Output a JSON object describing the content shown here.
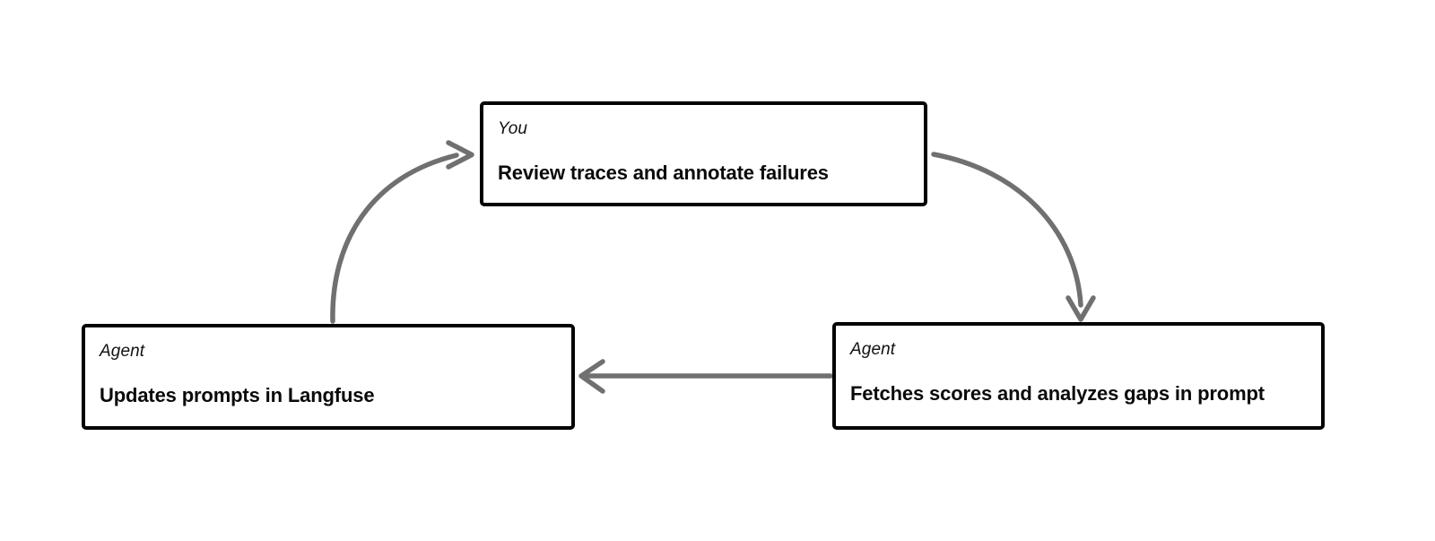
{
  "diagram": {
    "type": "cycle-flow",
    "background_color": "#ffffff",
    "node_border_color": "#020202",
    "arrow_color": "#707070",
    "nodes": [
      {
        "id": "review",
        "role": "You",
        "title": "Review traces and annotate failures"
      },
      {
        "id": "update",
        "role": "Agent",
        "title": "Updates prompts in Langfuse"
      },
      {
        "id": "fetch",
        "role": "Agent",
        "title": "Fetches scores and analyzes gaps in prompt"
      }
    ],
    "edges": [
      {
        "id": "update-to-review",
        "from": "update",
        "to": "review",
        "style": "curved",
        "direction": "up-right"
      },
      {
        "id": "review-to-fetch",
        "from": "review",
        "to": "fetch",
        "style": "curved",
        "direction": "down-right"
      },
      {
        "id": "fetch-to-update",
        "from": "fetch",
        "to": "update",
        "style": "straight",
        "direction": "left"
      }
    ]
  }
}
